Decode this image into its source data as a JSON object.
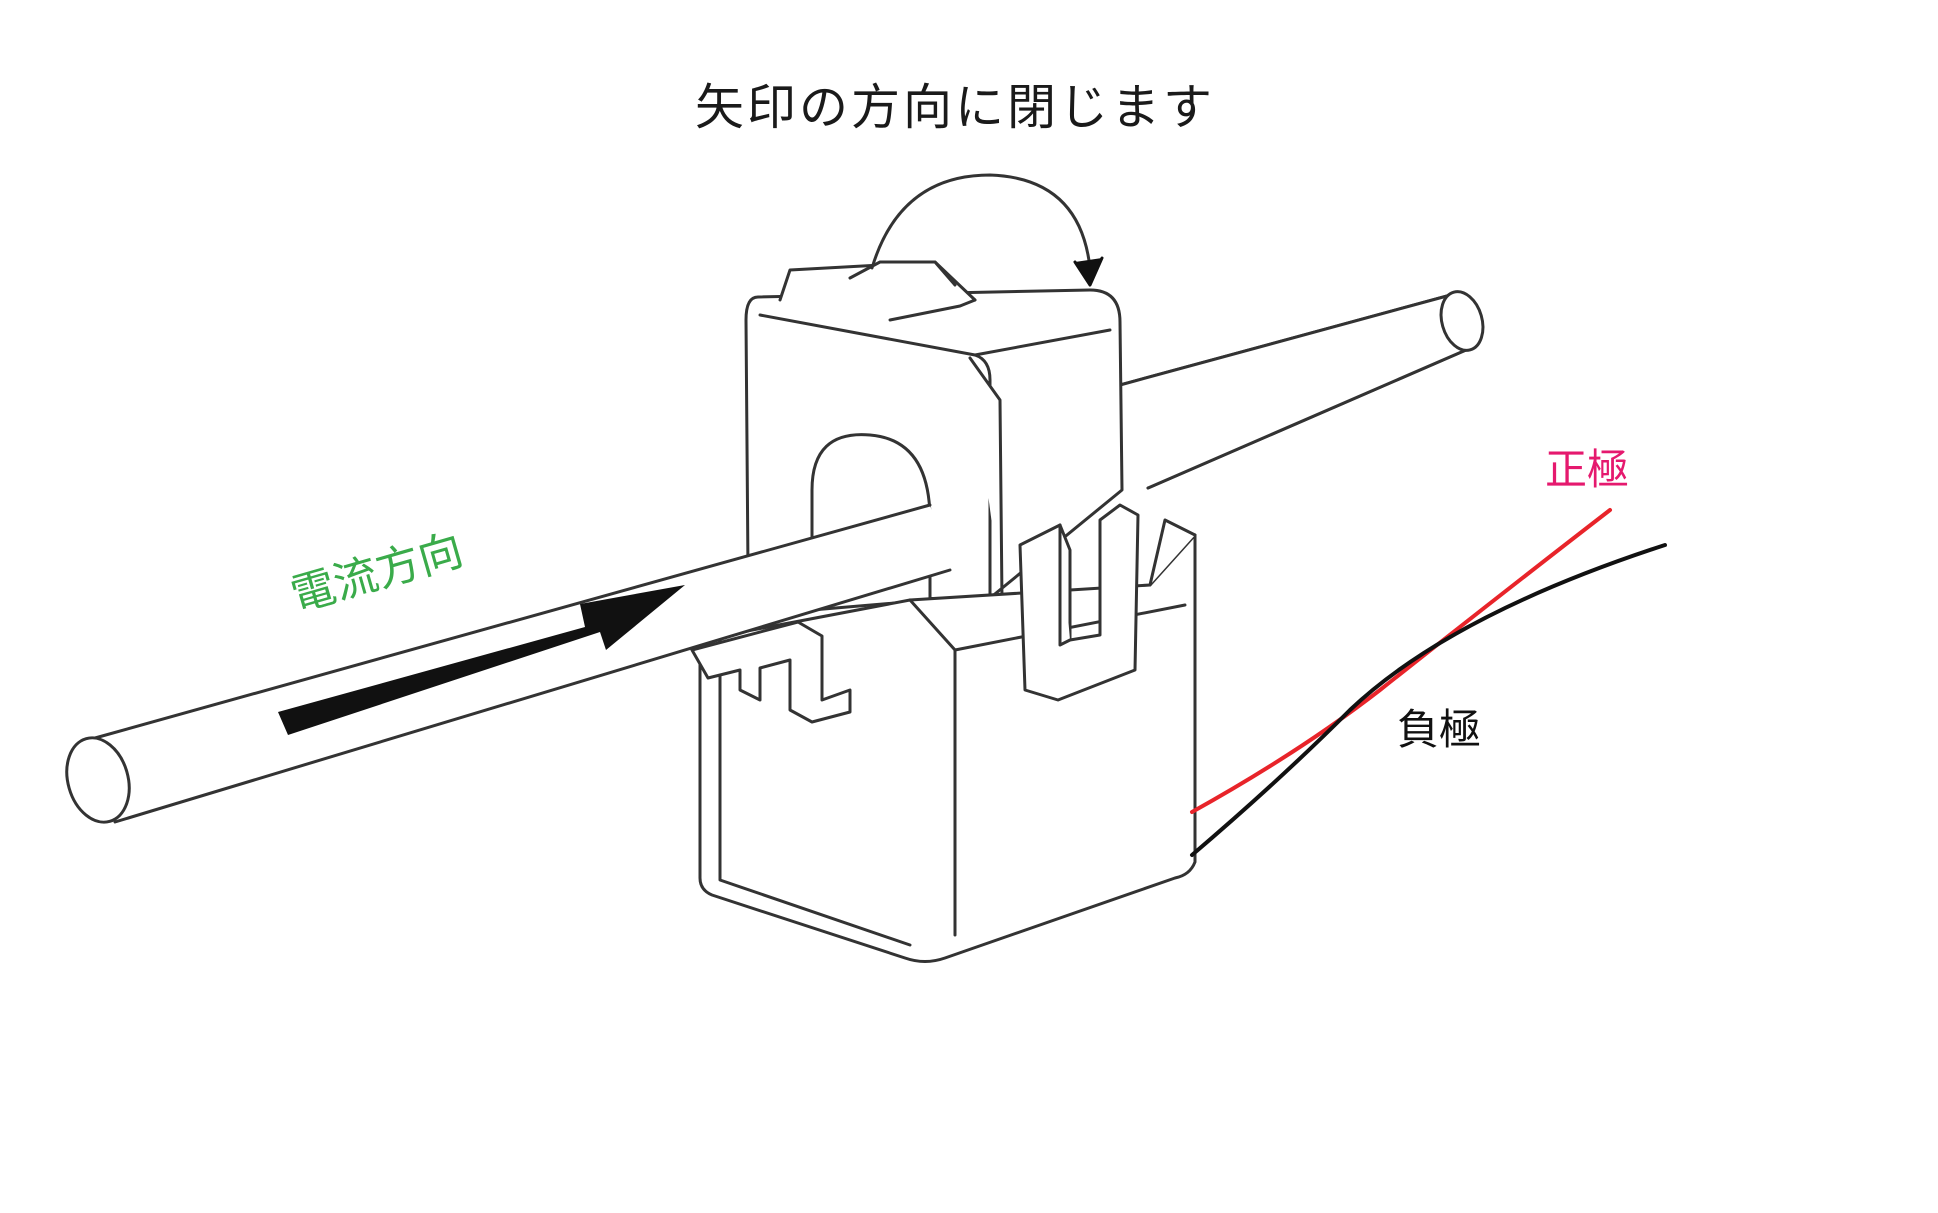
{
  "labels": {
    "title": "矢印の方向に閉じます",
    "current_direction": "電流方向",
    "positive": "正極",
    "negative": "負極"
  },
  "colors": {
    "current_label": "#3aab4a",
    "positive": "#e5196e",
    "negative": "#111111",
    "positive_wire": "#e8242a",
    "negative_wire": "#111111"
  }
}
